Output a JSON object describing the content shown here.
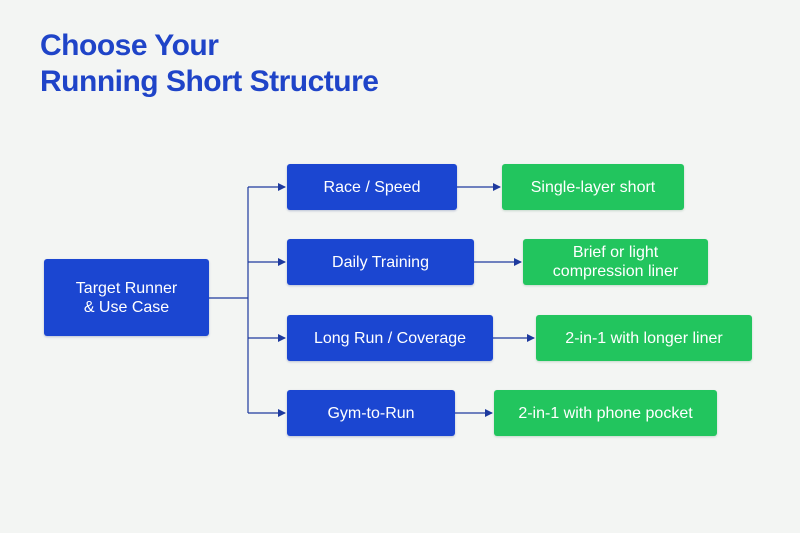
{
  "title": {
    "line1": "Choose Your",
    "line2": "Running Short Structure"
  },
  "root": {
    "line1": "Target Runner",
    "line2": "& Use Case"
  },
  "branches": [
    {
      "category": "Race / Speed",
      "result_lines": [
        "Single-layer short"
      ]
    },
    {
      "category": "Daily Training",
      "result_lines": [
        "Brief or light",
        "compression liner"
      ]
    },
    {
      "category": "Long Run / Coverage",
      "result_lines": [
        "2-in-1 with longer liner"
      ]
    },
    {
      "category": "Gym-to-Run",
      "result_lines": [
        "2-in-1 with phone pocket"
      ]
    }
  ],
  "colors": {
    "title": "#1f44c8",
    "category_box": "#1b46d1",
    "result_box": "#22c55e",
    "connector": "#1e3a9e",
    "background": "#f3f5f3"
  }
}
